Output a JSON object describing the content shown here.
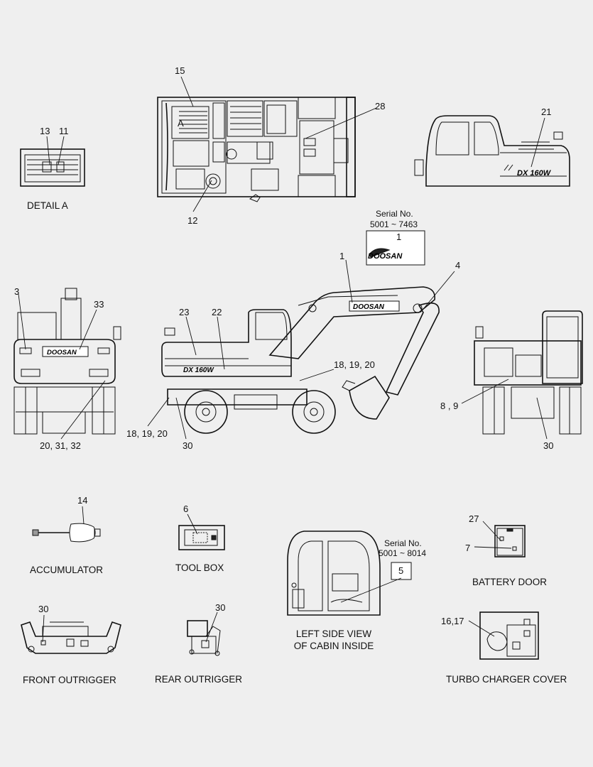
{
  "callouts": {
    "c15": "15",
    "c28": "28",
    "c21": "21",
    "c13": "13",
    "c11": "11",
    "cA": "A",
    "c12": "12",
    "c1a": "1",
    "c1b": "1",
    "c4": "4",
    "c3": "3",
    "c33": "33",
    "c23": "23",
    "c22": "22",
    "c18a": "18, 19, 20",
    "c18b": "18, 19, 20",
    "c30a": "30",
    "c30b": "30",
    "c89": "8 , 9",
    "c2031": "20, 31, 32",
    "c14": "14",
    "c6": "6",
    "c27": "27",
    "c7": "7",
    "c5": "5",
    "c30c": "30",
    "c30d": "30",
    "c1617": "16,17"
  },
  "serials": {
    "s1_label": "Serial No.",
    "s1_range": "5001 ~ 7463",
    "s2_label": "Serial No.",
    "s2_range": "5001 ~ 8014"
  },
  "captions": {
    "detail_a": "DETAIL   A",
    "accumulator": "ACCUMULATOR",
    "tool_box": "TOOL BOX",
    "battery_door": "BATTERY DOOR",
    "cabin_line1": "LEFT SIDE VIEW",
    "cabin_line2": "OF CABIN INSIDE",
    "front_outrigger": "FRONT OUTRIGGER",
    "rear_outrigger": "REAR OUTRIGGER",
    "turbo": "TURBO CHARGER COVER"
  },
  "decals": {
    "brand": "DOOSAN",
    "model": "DX 160W"
  }
}
